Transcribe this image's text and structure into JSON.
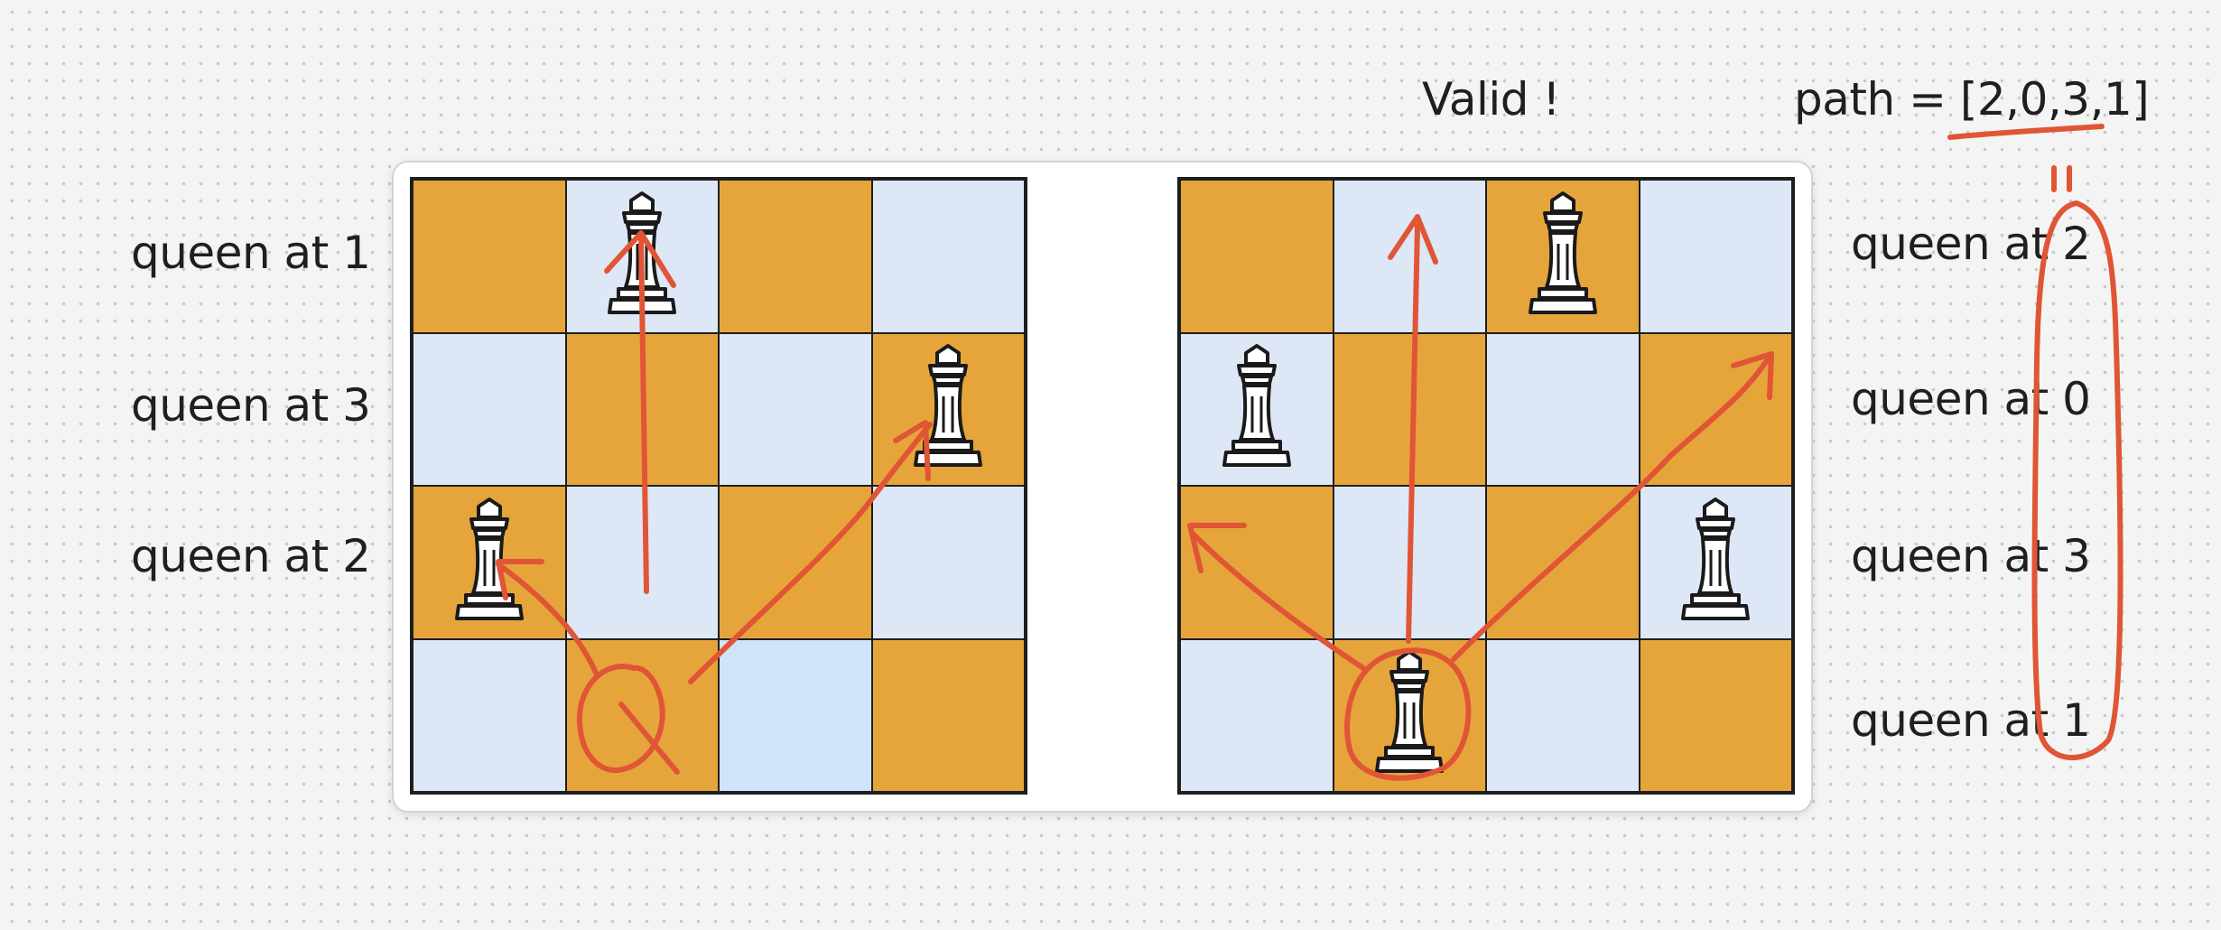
{
  "left_labels": [
    "queen at 1",
    "queen at 3",
    "queen at 2"
  ],
  "right_labels": [
    "queen at 2",
    "queen at 0",
    "queen at 3",
    "queen at 1"
  ],
  "valid_text": "Valid !",
  "path_text": "path = [2,0,3,1]",
  "boards": [
    {
      "name": "left",
      "cells": [
        [
          "dark",
          "light",
          "dark",
          "light"
        ],
        [
          "light",
          "dark",
          "light",
          "dark"
        ],
        [
          "dark",
          "light",
          "dark",
          "light"
        ],
        [
          "light",
          "dark",
          "sel",
          "dark"
        ]
      ],
      "queens": [
        [
          0,
          1
        ],
        [
          1,
          3
        ],
        [
          2,
          0
        ]
      ]
    },
    {
      "name": "right",
      "cells": [
        [
          "dark",
          "light",
          "dark",
          "light"
        ],
        [
          "light",
          "dark",
          "light",
          "dark"
        ],
        [
          "dark",
          "light",
          "dark",
          "light"
        ],
        [
          "light",
          "dark",
          "light",
          "dark"
        ]
      ],
      "queens": [
        [
          0,
          2
        ],
        [
          1,
          0
        ],
        [
          2,
          3
        ],
        [
          3,
          1
        ]
      ]
    }
  ],
  "colors": {
    "dark_square": "#e5a53b",
    "light_square": "#dde7f6",
    "selected_square": "#cfe3fa",
    "annotation": "#e05535"
  }
}
